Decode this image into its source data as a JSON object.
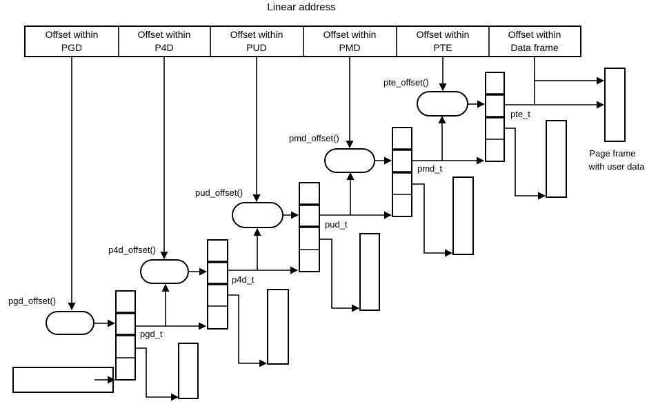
{
  "title": "Linear address",
  "header_cells": [
    {
      "line1": "Offset within",
      "line2": "PGD"
    },
    {
      "line1": "Offset within",
      "line2": "P4D"
    },
    {
      "line1": "Offset within",
      "line2": "PUD"
    },
    {
      "line1": "Offset within",
      "line2": "PMD"
    },
    {
      "line1": "Offset within",
      "line2": "PTE"
    },
    {
      "line1": "Offset within",
      "line2": "Data frame"
    }
  ],
  "functions": {
    "pgd": "pgd_offset()",
    "p4d": "p4d_offset()",
    "pud": "pud_offset()",
    "pmd": "pmd_offset()",
    "pte": "pte_offset()"
  },
  "types": {
    "pgd": "pgd_t",
    "p4d": "p4d_t",
    "pud": "pud_t",
    "pmd": "pmd_t",
    "pte": "pte_t"
  },
  "page_frame": {
    "line1": "Page frame",
    "line2": "with user data"
  }
}
